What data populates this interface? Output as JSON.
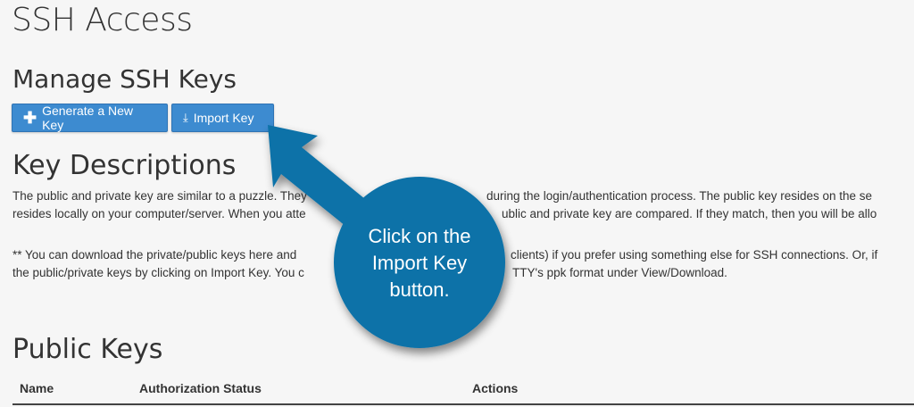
{
  "page_title": "SSH Access",
  "section_manage": "Manage SSH Keys",
  "buttons": {
    "generate": "Generate a New Key",
    "import": "Import Key"
  },
  "section_descriptions": "Key Descriptions",
  "paragraph1": {
    "line1_left": "The public and private key are similar to a puzzle. They",
    "line1_right": "during the login/authentication process. The public key resides on the se",
    "line2_left": "resides locally on your computer/server. When you atte",
    "line2_right": "ublic and private key are compared. If they match, then you will be allo"
  },
  "paragraph2": {
    "line1_left": "** You can download the private/public keys here and",
    "line1_right": "clients) if you prefer using something else for SSH connections. Or, if",
    "line2_left": "the public/private keys by clicking on Import Key. You c",
    "line2_right": "TTY's ppk format under View/Download."
  },
  "section_public": "Public Keys",
  "table_headers": [
    "Name",
    "Authorization Status",
    "Actions"
  ],
  "callout": {
    "text_lines": [
      "Click on the",
      "Import Key",
      "button."
    ],
    "color": "#0a72a8"
  }
}
